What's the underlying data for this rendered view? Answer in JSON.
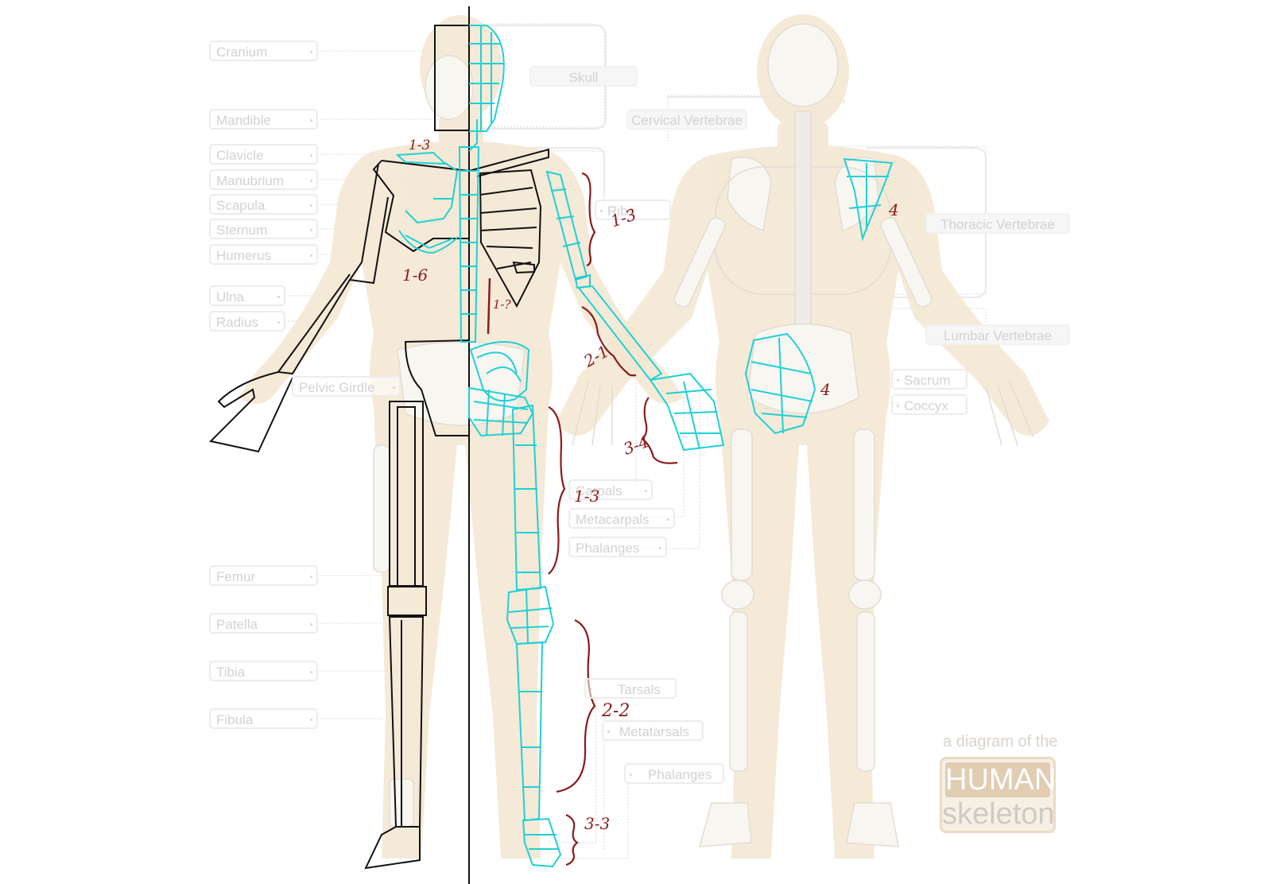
{
  "labels_left": {
    "cranium": "Cranium",
    "mandible": "Mandible",
    "clavicle": "Clavicle",
    "manubrium": "Manubrium",
    "scapula": "Scapula",
    "sternum": "Sternum",
    "humerus": "Humerus",
    "ulna": "Ulna",
    "radius": "Radius",
    "pelvic_girdle": "Pelvic Girdle",
    "femur": "Femur",
    "patella": "Patella",
    "tibia": "Tibia",
    "fibula": "Fibula"
  },
  "labels_center": {
    "skull": "Skull",
    "cervical_vertebrae": "Cervical Vertebrae",
    "ribs": "Ribs",
    "carpals": "Carpals",
    "metacarpals": "Metacarpals",
    "phalanges_hand": "Phalanges",
    "tarsals": "Tarsals",
    "metatarsals": "Metatarsals",
    "phalanges_foot": "Phalanges"
  },
  "labels_right": {
    "thoracic_vertebrae": "Thoracic Vertebrae",
    "lumbar_vertebrae": "Lumbar Vertebrae",
    "sacrum": "Sacrum",
    "coccyx": "Coccyx"
  },
  "branding": {
    "subtitle": "a diagram of the",
    "title_top": "HUMAN",
    "title_bottom": "skeleton"
  },
  "annotations": {
    "clavicle": "1-3",
    "ribcage": "1-6",
    "sternum": "1-?",
    "upper_arm": "1-3",
    "forearm": "2-1",
    "hand": "3-4",
    "thigh": "1-3",
    "shin": "2-2",
    "foot": "3-3",
    "scapula_back": "4",
    "pelvis_back": "4"
  },
  "colors": {
    "wireframe": "#1fd0d6",
    "block": "#111111",
    "annotation": "#8b1a1a",
    "body_silhouette": "#f3e6d0",
    "bone": "#f1efe9"
  }
}
